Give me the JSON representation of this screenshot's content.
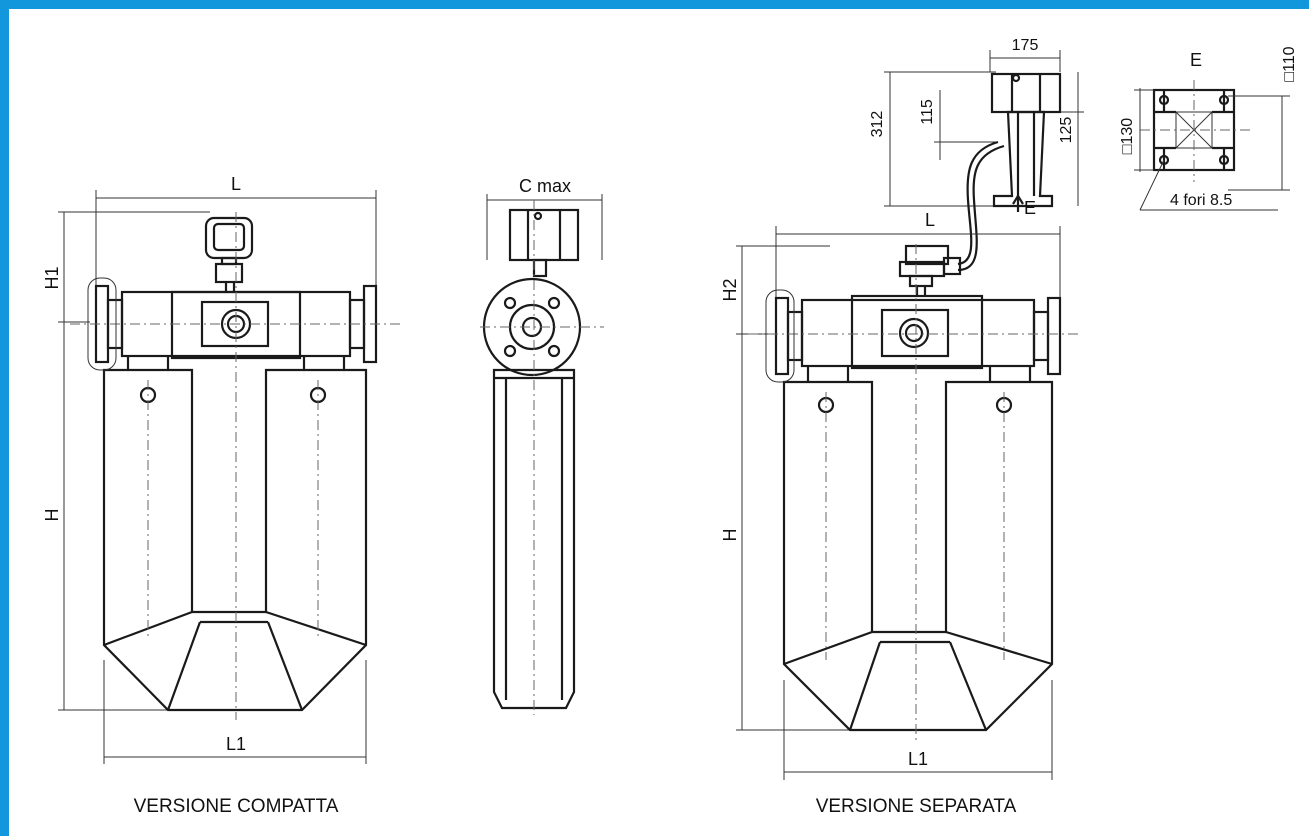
{
  "compact": {
    "caption": "VERSIONE COMPATTA",
    "dim_L": "L",
    "dim_H1": "H1",
    "dim_H": "H",
    "dim_L1": "L1"
  },
  "side": {
    "dim_cmax": "C max"
  },
  "separate": {
    "caption": "VERSIONE SEPARATA",
    "dim_L": "L",
    "dim_H2": "H2",
    "dim_H": "H",
    "dim_L1": "L1",
    "dim_175": "175",
    "dim_312": "312",
    "dim_115": "115",
    "dim_125": "125",
    "view_arrow": "E"
  },
  "view_e": {
    "title": "E",
    "dim_110": "□110",
    "dim_130": "□130",
    "holes_note": "4 fori 8.5"
  }
}
